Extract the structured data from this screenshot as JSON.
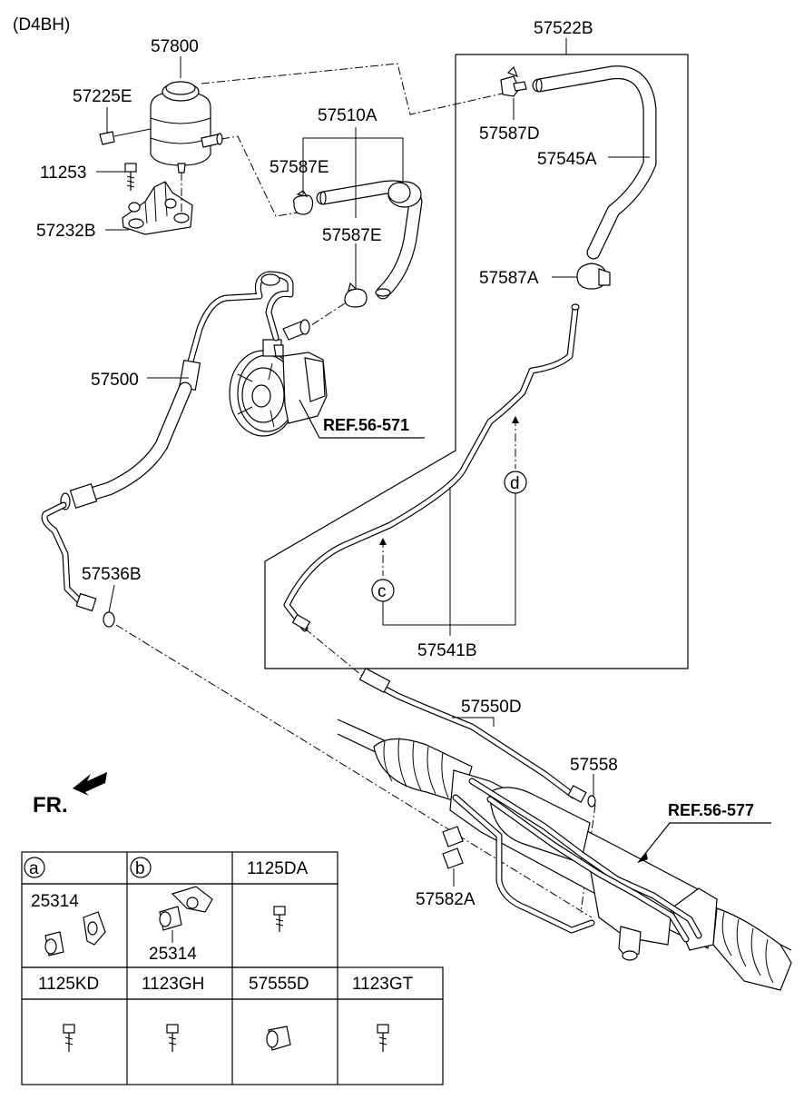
{
  "diagram": {
    "variant": "(D4BH)",
    "fr_label": "FR.",
    "labels": {
      "reservoir": "57800",
      "reservoir_cap": "57225E",
      "bolt": "11253",
      "bracket": "57232B",
      "suction_hose_assy": "57510A",
      "clamp_upper": "57587E",
      "clamp_lower": "57587E",
      "return_hose_assy": "57522B",
      "clamp_d": "57587D",
      "return_hose": "57545A",
      "clamp_a": "57587A",
      "pressure_hose": "57500",
      "ref_pump": "REF.56-571",
      "o_ring": "57536B",
      "return_tube": "57541B",
      "tube_hose": "57550D",
      "o_ring_2": "57558",
      "ref_gear": "REF.56-577",
      "clip": "57582A",
      "callout_c": "c",
      "callout_d": "d"
    },
    "parts_table": {
      "row1": [
        {
          "key": "a",
          "part": "25314"
        },
        {
          "key": "b",
          "part": "25314"
        },
        {
          "key": "",
          "part": "1125DA"
        }
      ],
      "row2": [
        "1125KD",
        "1123GH",
        "57555D",
        "1123GT"
      ]
    }
  }
}
